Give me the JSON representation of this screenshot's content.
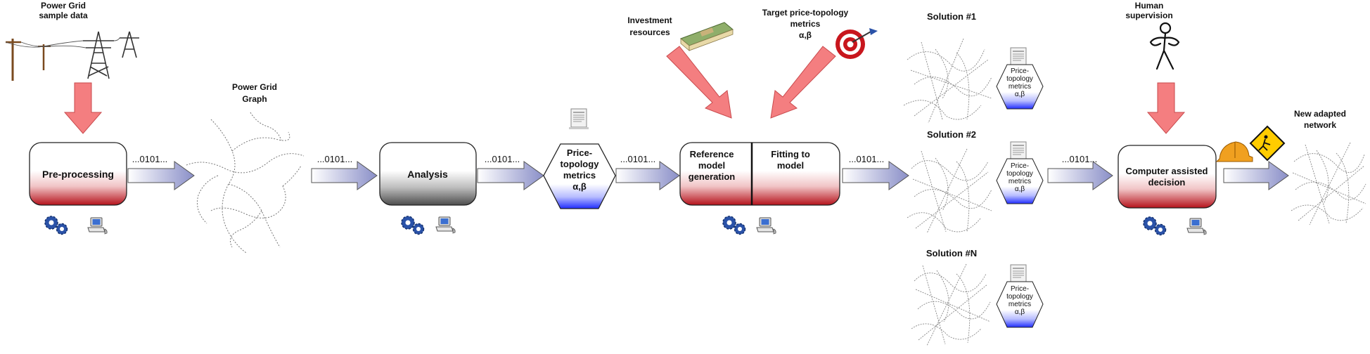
{
  "labels": {
    "sample_data_1": "Power Grid",
    "sample_data_2": "sample data",
    "graph_1": "Power Grid",
    "graph_2": "Graph",
    "investment_1": "Investment",
    "investment_2": "resources",
    "target_1": "Target price-topology",
    "target_2": "metrics",
    "target_3": "α,β",
    "human_1": "Human",
    "human_2": "supervision",
    "new_network_1": "New adapted",
    "new_network_2": "network"
  },
  "bits": "...0101...",
  "boxes": {
    "preprocessing": "Pre-processing",
    "analysis": "Analysis",
    "reference_1": "Reference",
    "reference_2": "model",
    "reference_3": "generation",
    "fitting_1": "Fitting to",
    "fitting_2": "model",
    "decision_1": "Computer assisted",
    "decision_2": "decision"
  },
  "hex_main": {
    "line1": "Price-",
    "line2": "topology",
    "line3": "metrics",
    "line4": "α,β"
  },
  "hex_small": {
    "line1": "Price-",
    "line2": "topology",
    "line3": "metrics",
    "line4": "α,β"
  },
  "solutions": {
    "s1": "Solution #1",
    "s2": "Solution #2",
    "sn": "Solution #N"
  },
  "colors": {
    "pink_arrow": "#f47e80",
    "flow_arrow_dark": "#8a8fc8",
    "red_box": "#b5121b",
    "gray_box": "#555555",
    "blue_hex": "#1f2cff"
  }
}
